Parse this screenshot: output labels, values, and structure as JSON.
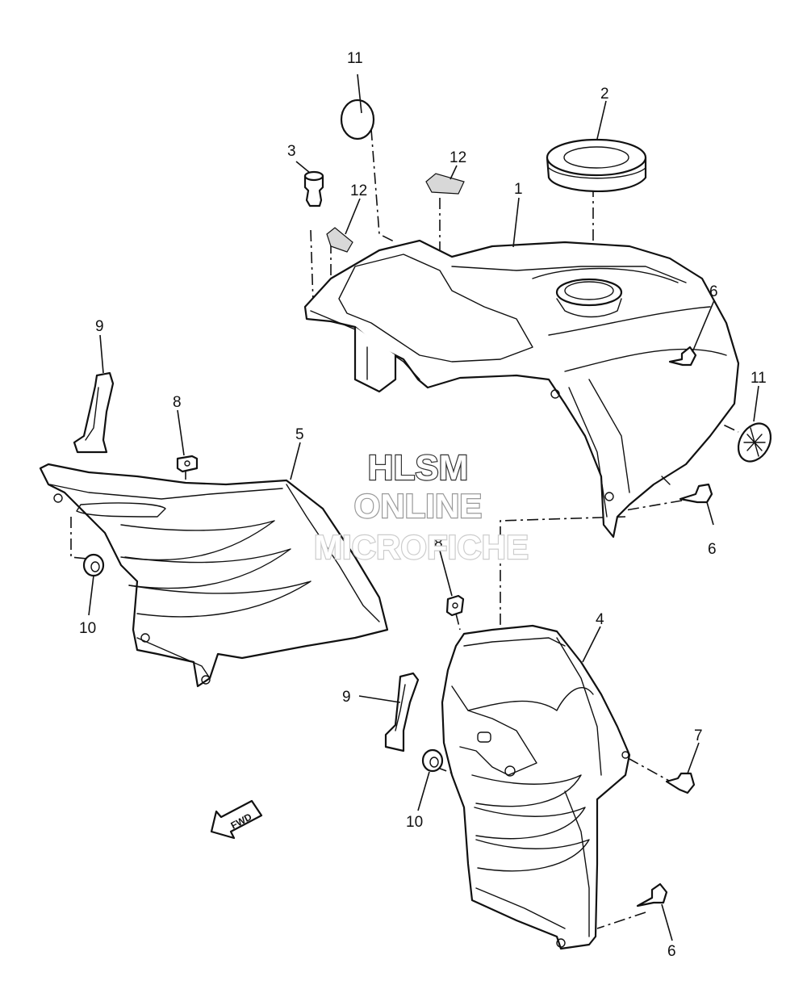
{
  "watermark": {
    "line1": "HLSM",
    "line2": "ONLINE",
    "line3": "MICROFICHE",
    "colors": {
      "line1": "#333333",
      "line2": "#999999",
      "line3": "#cccccc"
    }
  },
  "fwd_label": "FWD",
  "callouts": [
    {
      "id": "c1",
      "label": "1"
    },
    {
      "id": "c2",
      "label": "2"
    },
    {
      "id": "c3",
      "label": "3"
    },
    {
      "id": "c4",
      "label": "4"
    },
    {
      "id": "c5",
      "label": "5"
    },
    {
      "id": "c6a",
      "label": "6"
    },
    {
      "id": "c6b",
      "label": "6"
    },
    {
      "id": "c6c",
      "label": "6"
    },
    {
      "id": "c7",
      "label": "7"
    },
    {
      "id": "c8a",
      "label": "8"
    },
    {
      "id": "c8b",
      "label": "8"
    },
    {
      "id": "c9a",
      "label": "9"
    },
    {
      "id": "c9b",
      "label": "9"
    },
    {
      "id": "c10a",
      "label": "10"
    },
    {
      "id": "c10b",
      "label": "10"
    },
    {
      "id": "c11a",
      "label": "11"
    },
    {
      "id": "c11b",
      "label": "11"
    },
    {
      "id": "c12a",
      "label": "12"
    },
    {
      "id": "c12b",
      "label": "12"
    }
  ]
}
